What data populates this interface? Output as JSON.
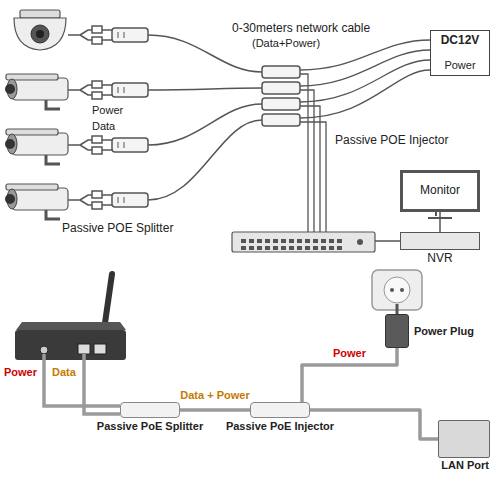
{
  "diagram": {
    "nodes": [
      {
        "text": [
          "DC12V",
          "Power"
        ]
      },
      {
        "text": [
          "Monitor"
        ]
      },
      {
        "text": [
          "NVR"
        ]
      },
      {
        "text": [
          "Passive PoE Splitter"
        ]
      },
      {
        "text": [
          "Passive PoE Injector"
        ]
      },
      {
        "text": [
          "Power Plug"
        ]
      },
      {
        "text": [
          "LAN Port"
        ]
      }
    ],
    "edges": [
      {
        "from": 1,
        "to": 2,
        "arrow": "none"
      },
      {
        "from": 3,
        "to": 4,
        "label": "Data + Power",
        "arrow": "none"
      },
      {
        "from": 4,
        "to": 5,
        "label": "Power",
        "arrow": "none"
      },
      {
        "from": 4,
        "to": 6,
        "arrow": "none"
      }
    ],
    "labels": [
      "0-30meters network cable",
      "(Data+Power)",
      "Power",
      "Data",
      "Passive POE Injector",
      "Passive POE Splitter",
      "Power",
      "Data"
    ]
  }
}
